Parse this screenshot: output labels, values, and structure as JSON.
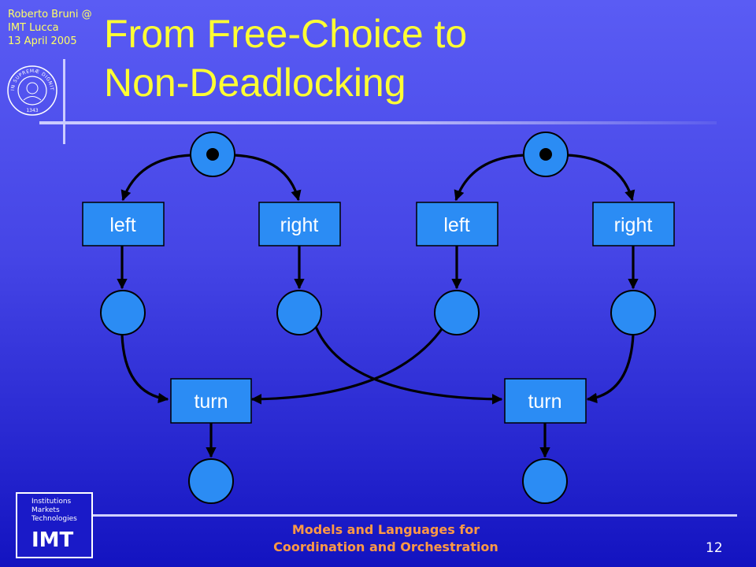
{
  "header": {
    "author_line1": "Roberto Bruni @",
    "author_line2": "IMT Lucca",
    "author_line3": "13 April 2005",
    "title_line1": "From Free-Choice to",
    "title_line2": "Non-Deadlocking"
  },
  "seal": {
    "inscription": "IN SUPREMÆ DIGNITATIS",
    "year": "1343"
  },
  "diagram": {
    "transitions": {
      "left_1": "left",
      "right_1": "right",
      "left_2": "left",
      "right_2": "right",
      "turn_1": "turn",
      "turn_2": "turn"
    },
    "colors": {
      "place_fill": "#2b8cf4",
      "transition_fill": "#2b8cf4",
      "stroke": "#000000"
    }
  },
  "logo": {
    "line1": "Institutions",
    "line2": "Markets",
    "line3": "Technologies",
    "acronym": "IMT"
  },
  "footer": {
    "line1": "Models and Languages for",
    "line2": "Coordination and Orchestration",
    "page_number": "12"
  }
}
